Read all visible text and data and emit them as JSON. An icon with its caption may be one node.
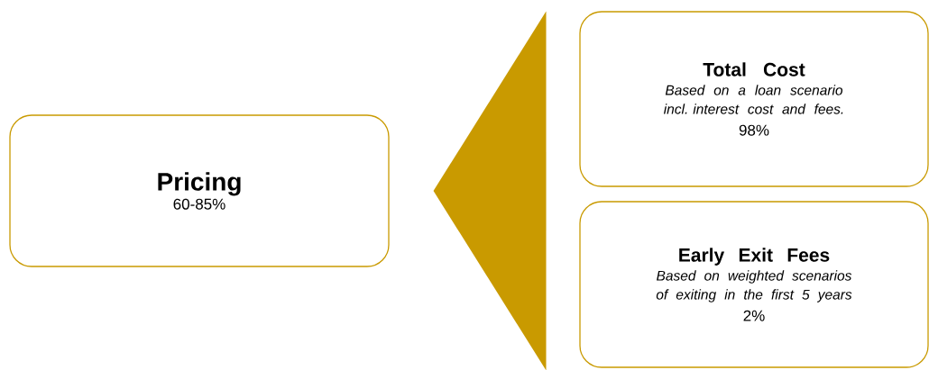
{
  "diagram": {
    "nodes": [
      {
        "text": [
          "Pricing",
          "60-85%"
        ]
      },
      {
        "text": [],
        "shape": "triangle"
      },
      {
        "text": [
          "Total Cost",
          "Based on a loan scenario incl. interest cost and fees.",
          "98%"
        ]
      },
      {
        "text": [
          "Early Exit Fees",
          "Based on weighted scenarios of exiting in the first 5 years",
          "2%"
        ]
      }
    ]
  }
}
